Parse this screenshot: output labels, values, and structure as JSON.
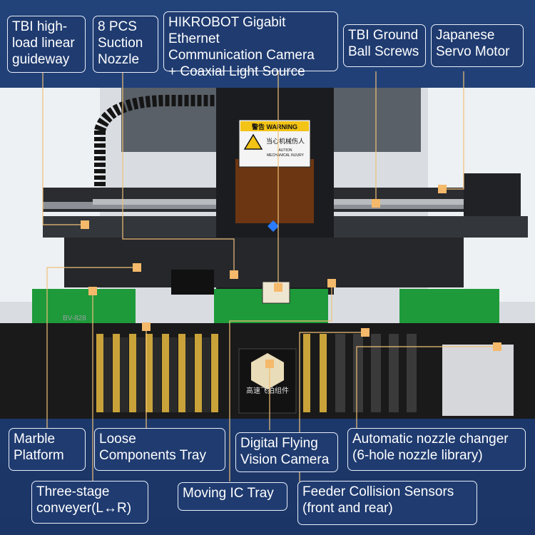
{
  "colors": {
    "background": "#1f3b70",
    "label_border": "#e8eef8",
    "leader_line": "#f0c078",
    "marker": "#f4b96a",
    "pcb_green": "#1e9a3a",
    "machine_black": "#1a1a1a"
  },
  "labels": {
    "guideway": "TBI high-\nload linear\nguideway",
    "nozzle": "8 PCS\nSuction\nNozzle",
    "camera": "HIKROBOT Gigabit Ethernet\nCommunication Camera\n+ Coaxial Light Source",
    "ballscrews": "TBI Ground\nBall Screws",
    "servo": "Japanese\nServo Motor",
    "marble": "Marble\nPlatform",
    "loose_tray": "Loose\nComponents Tray",
    "flying_camera": "Digital Flying\nVision Camera",
    "nozzle_changer": "Automatic nozzle changer\n (6-hole nozzle library)",
    "conveyer": "Three-stage\nconveyer(L↔R)",
    "ic_tray": "Moving IC Tray",
    "feeder_sensors": "Feeder Collision Sensors\n(front and rear)"
  },
  "machine_text": {
    "warning_title": "警告 WARNING",
    "warning_cn": "当心机械伤人",
    "warning_en1": "AUTION",
    "warning_en2": "MECHANICAL INJURY",
    "model": "BV-828",
    "camera_module_text": "高速飞拍组件"
  }
}
